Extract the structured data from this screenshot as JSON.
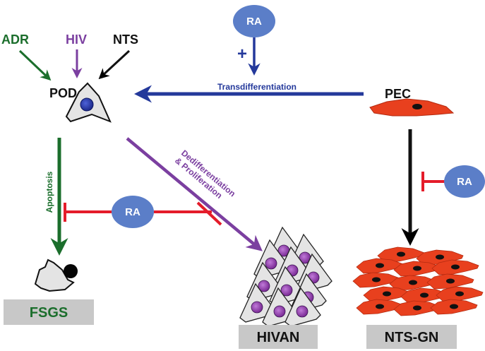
{
  "agents": {
    "adr": "ADR",
    "hiv": "HIV",
    "nts": "NTS",
    "ra": "RA"
  },
  "cells": {
    "pod": "POD",
    "pec": "PEC"
  },
  "processes": {
    "transdifferentiation": "Transdifferentiation",
    "apoptosis": "Apoptosis",
    "dediff_line1": "Dedifferentiation",
    "dediff_line2": "& Proliferation",
    "plus_sign": "+"
  },
  "outcomes": {
    "fsgs": "FSGS",
    "hivan": "HIVAN",
    "nts_gn": "NTS-GN"
  },
  "colors": {
    "green": "#1b6e2c",
    "purple": "#7b3fa0",
    "navy": "#24399b",
    "red": "#e41c2a",
    "ra_fill": "#5b7ec8",
    "pec_red": "#e8401e",
    "box_gray": "#c8c8c8"
  }
}
